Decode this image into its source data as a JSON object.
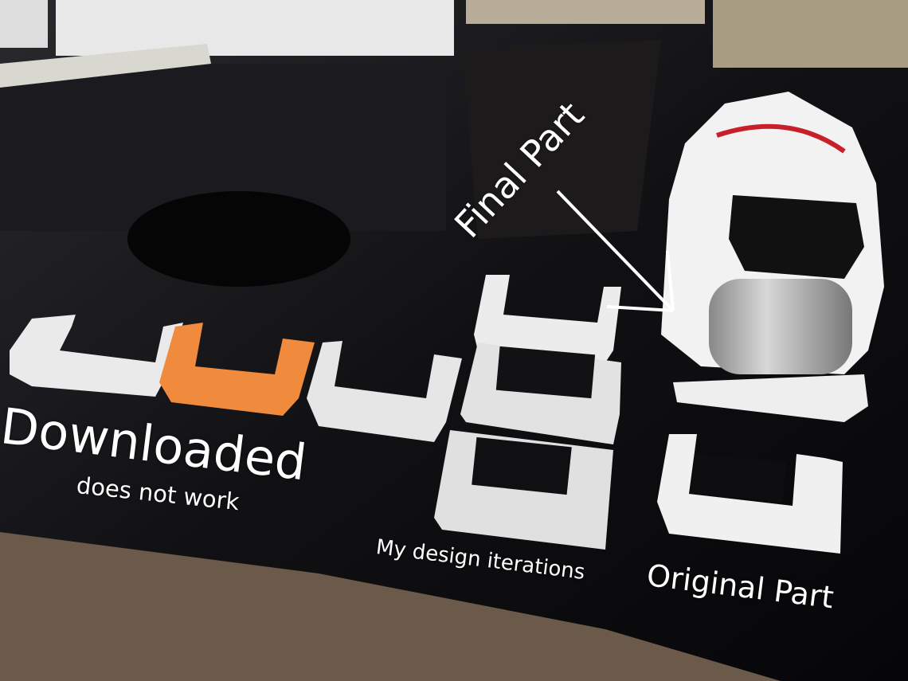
{
  "annotations": {
    "final_part": "Final Part",
    "downloaded": "Downloaded",
    "does_not_work": "does not work",
    "design_iterations": "My design iterations",
    "original_part": "Original Part"
  },
  "colors": {
    "table": "#0c0c0e",
    "carpet": "#6b5a4a",
    "part_white": "#eeeeee",
    "part_orange": "#f08a3c",
    "robot_accent": "#c8202a"
  }
}
